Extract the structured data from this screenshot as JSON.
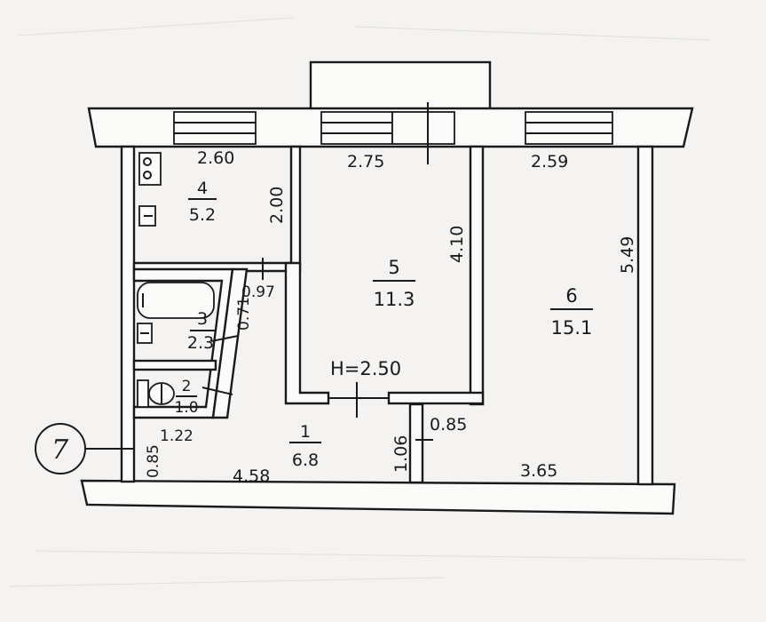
{
  "rooms": [
    {
      "number": "1",
      "area": "6.8"
    },
    {
      "number": "2",
      "area": "1.0"
    },
    {
      "number": "3",
      "area": "2.3"
    },
    {
      "number": "4",
      "area": "5.2"
    },
    {
      "number": "5",
      "area": "11.3"
    },
    {
      "number": "6",
      "area": "15.1"
    }
  ],
  "dimensions": {
    "kitchen_width": "2.60",
    "kitchen_depth": "2.00",
    "room5_width": "2.75",
    "room5_depth": "4.10",
    "room6_width": "2.59",
    "room6_depth": "5.49",
    "bath_door": "0.97",
    "bath_wall": "0.71",
    "toilet_width": "1.22",
    "hall_small": "0.85",
    "hall_length": "4.58",
    "niche_depth": "1.06",
    "niche_width": "0.85",
    "room6_bottom": "3.65"
  },
  "ceiling_height": "H=2.50",
  "apartment_marker": "7"
}
